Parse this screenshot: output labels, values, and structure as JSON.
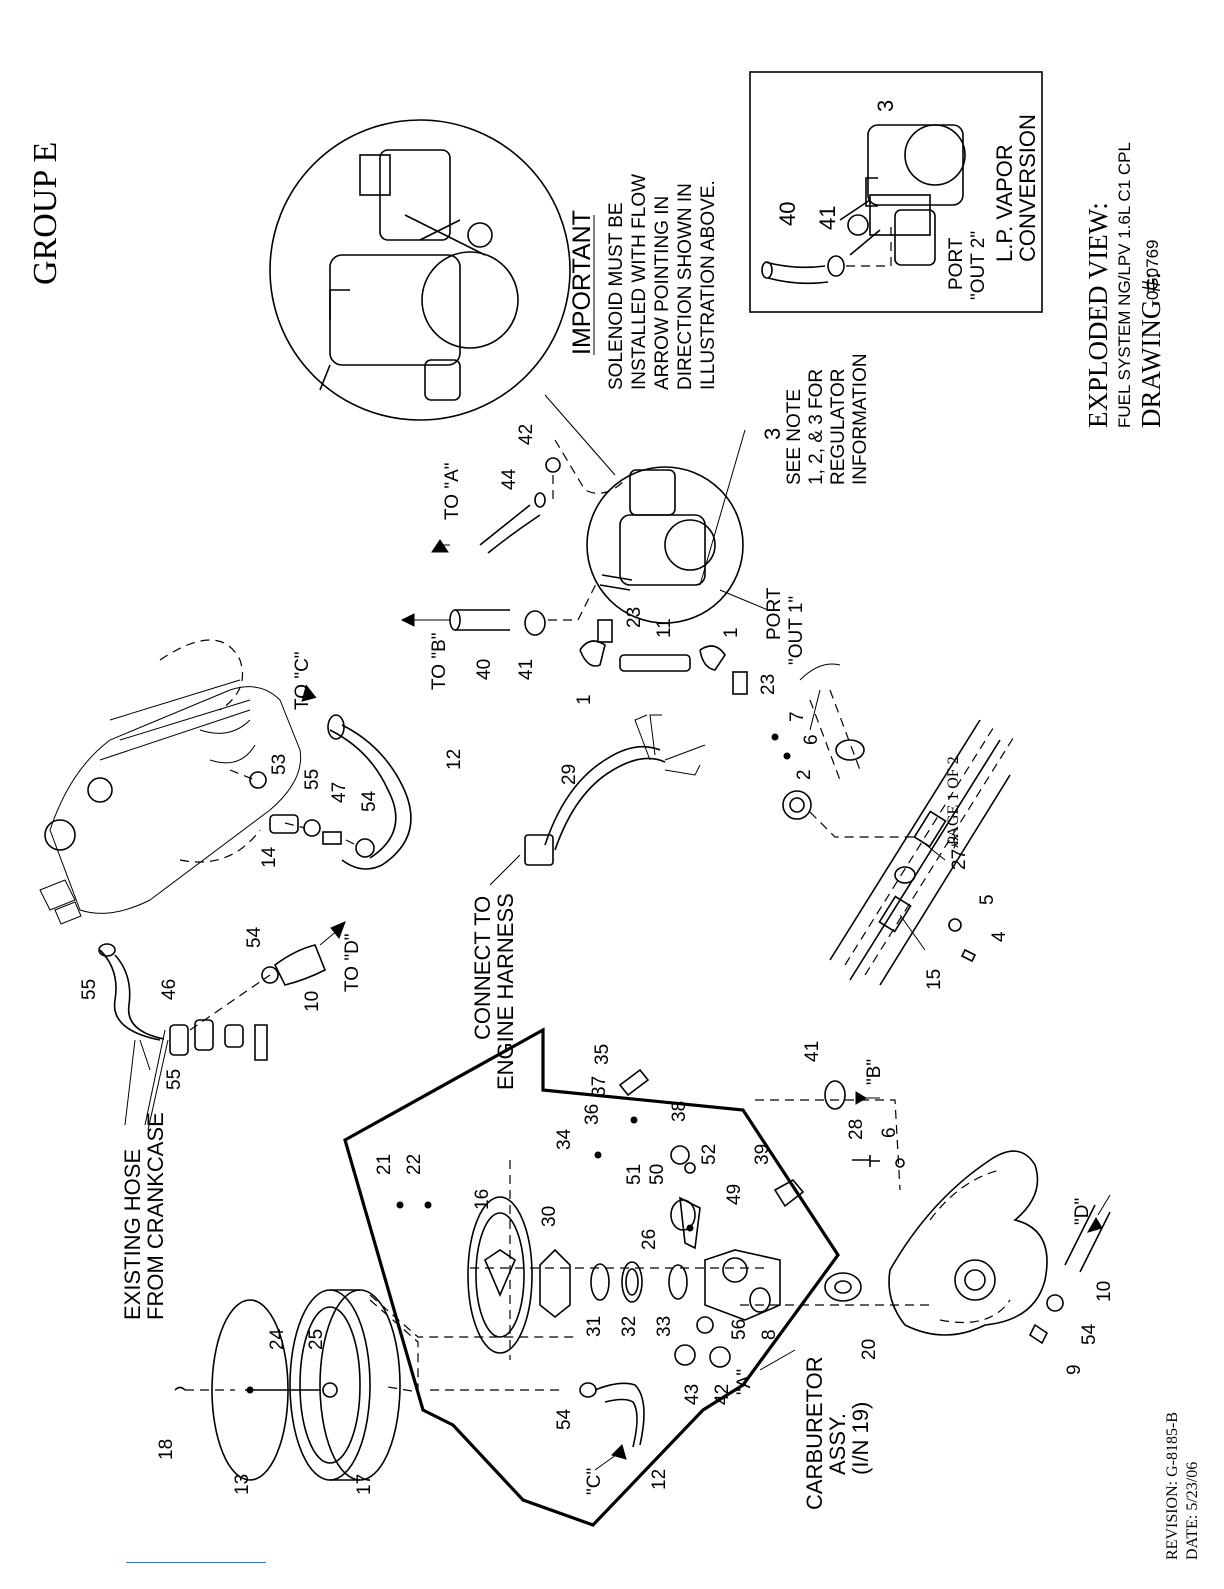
{
  "header": {
    "group": "GROUP E"
  },
  "title_block": {
    "title": "EXPLODED VIEW:",
    "subtitle": "FUEL SYSTEM NG/LPV 1.6L C1 CPL",
    "drawing_label": "DRAWING #:",
    "drawing_number": "0G0769"
  },
  "footer": {
    "revision": "REVISION: G-8185-B",
    "date": "DATE:  5/23/06",
    "page": "PAGE 1 OF 2"
  },
  "notes": {
    "important_title": "IMPORTANT",
    "important_lines": [
      "SOLENOID MUST BE",
      "INSTALLED WITH FLOW",
      "ARROW POINTING IN",
      "DIRECTION SHOWN IN",
      "ILLUSTRATION ABOVE."
    ],
    "regulator_note_lines": [
      "SEE NOTE",
      "1, 2, & 3 FOR",
      "REGULATOR",
      "INFORMATION"
    ],
    "lp_vapor_lines": [
      "L.P. VAPOR",
      "CONVERSION"
    ],
    "port_out2_lines": [
      "PORT",
      "\"OUT 2\""
    ],
    "port_out1_lines": [
      "PORT",
      "\"OUT 1\""
    ],
    "existing_hose_lines": [
      "EXISTING HOSE",
      "FROM CRANKCASE"
    ],
    "connect_lines": [
      "CONNECT TO",
      "ENGINE HARNESS"
    ],
    "carburetor_lines": [
      "CARBURETOR",
      "ASSY.",
      "(I/N 19)"
    ]
  },
  "connection_labels": {
    "to_a": "TO \"A\"",
    "to_b": "TO \"B\"",
    "to_c": "TO \"C\"",
    "to_d": "TO \"D\"",
    "a": "\"A\"",
    "b": "\"B\"",
    "c": "\"C\"",
    "d": "\"D\""
  },
  "callouts": {
    "n1a": "1",
    "n1b": "1",
    "n2": "2",
    "n3a": "3",
    "n3b": "3",
    "n4": "4",
    "n5": "5",
    "n6a": "6",
    "n6b": "6",
    "n7": "7",
    "n8": "8",
    "n9": "9",
    "n10a": "10",
    "n10b": "10",
    "n11": "11",
    "n12a": "12",
    "n12b": "12",
    "n13": "13",
    "n14": "14",
    "n15": "15",
    "n16": "16",
    "n17": "17",
    "n18": "18",
    "n20": "20",
    "n21": "21",
    "n22": "22",
    "n23a": "23",
    "n23b": "23",
    "n24": "24",
    "n25": "25",
    "n26": "26",
    "n27": "27**",
    "n28": "28",
    "n29": "29",
    "n30": "30",
    "n31": "31",
    "n32": "32",
    "n33": "33",
    "n34": "34",
    "n35": "35",
    "n36": "36",
    "n37": "37",
    "n38": "38",
    "n39": "39",
    "n40a": "40",
    "n40b": "40",
    "n41a": "41",
    "n41b": "41",
    "n41c": "41",
    "n42a": "42",
    "n42b": "42",
    "n43": "43",
    "n44": "44",
    "n46": "46",
    "n47": "47",
    "n49": "49",
    "n50": "50",
    "n51": "51",
    "n52": "52",
    "n53": "53",
    "n54a": "54",
    "n54b": "54",
    "n54c": "54",
    "n54d": "54",
    "n55a": "55",
    "n55b": "55",
    "n55c": "55",
    "n56": "56"
  }
}
